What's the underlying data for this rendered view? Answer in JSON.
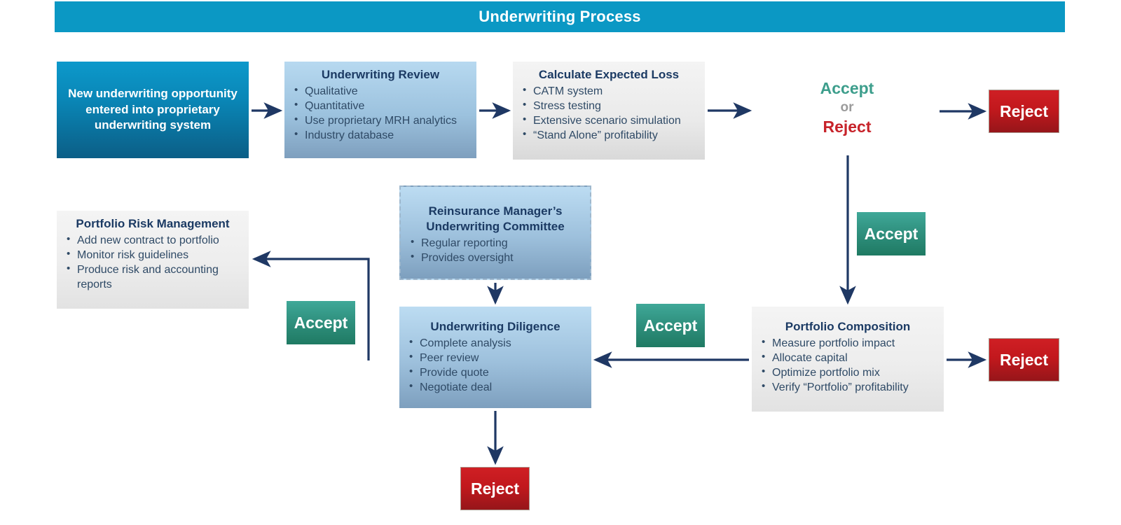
{
  "header": {
    "title": "Underwriting Process",
    "bar_color": "#0b98c4"
  },
  "colors": {
    "accent_teal": "#0b98c4",
    "accept_green": "#2f8f7a",
    "reject_red": "#c2181d",
    "arrow_navy": "#1f3864",
    "heading_navy": "#1b3a63",
    "or_gray": "#9b9b9b"
  },
  "boxes": {
    "start": {
      "text": "New underwriting opportunity entered into proprietary underwriting system"
    },
    "review": {
      "title": "Underwriting Review",
      "items": [
        "Qualitative",
        "Quantitative",
        "Use proprietary MRH analytics",
        "Industry database"
      ]
    },
    "calculate_expected_loss": {
      "title": "Calculate Expected Loss",
      "items": [
        "CATM system",
        "Stress testing",
        "Extensive scenario simulation",
        "“Stand Alone” profitability"
      ]
    },
    "portfolio_risk_management": {
      "title": "Portfolio Risk Management",
      "items": [
        "Add new contract to portfolio",
        "Monitor risk guidelines",
        "Produce risk and accounting reports"
      ]
    },
    "committee": {
      "title": "Reinsurance Manager’s Underwriting Committee",
      "items": [
        "Regular reporting",
        "Provides oversight"
      ]
    },
    "underwriting_diligence": {
      "title": "Underwriting Diligence",
      "items": [
        "Complete analysis",
        "Peer review",
        "Provide quote",
        "Negotiate deal"
      ]
    },
    "portfolio_composition": {
      "title": "Portfolio Composition",
      "items": [
        "Measure portfolio impact",
        "Allocate capital",
        "Optimize portfolio mix",
        "Verify “Portfolio” profitability"
      ]
    }
  },
  "decision": {
    "accept": "Accept",
    "or": "or",
    "reject": "Reject"
  },
  "chips": {
    "accept_right": "Accept",
    "accept_mid": "Accept",
    "accept_left": "Accept",
    "reject_top": "Reject",
    "reject_right": "Reject",
    "reject_bottom": "Reject"
  }
}
